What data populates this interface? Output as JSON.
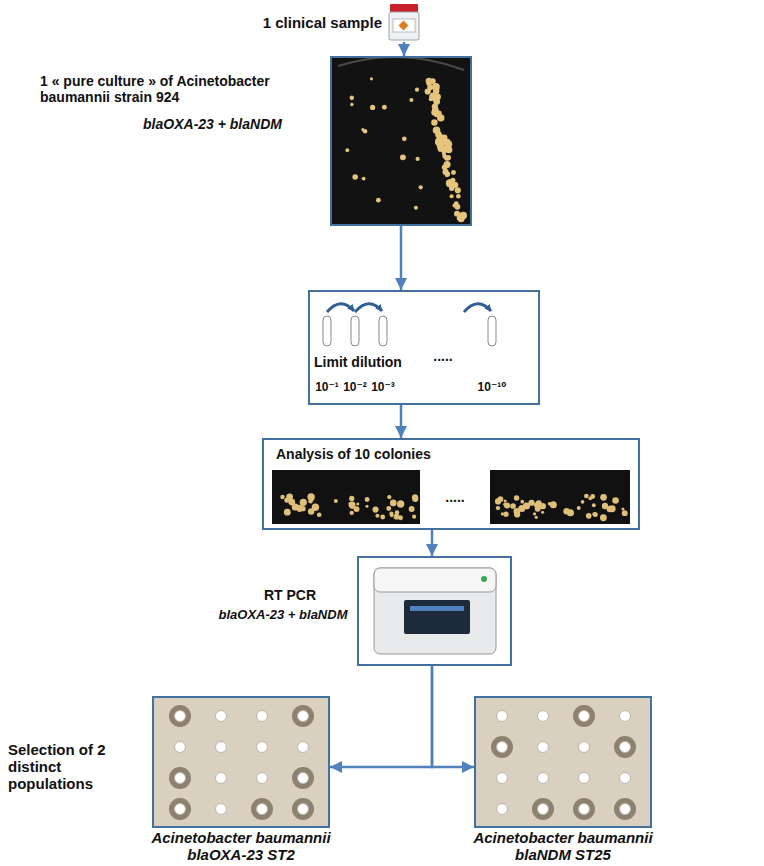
{
  "diagram": {
    "nodes": [
      {
        "text": [
          "1 clinical sample"
        ]
      },
      {
        "text": [
          "1 « pure culture » of Acinetobacter baumannii strain 924",
          "blaOXA-23 + blaNDM"
        ]
      },
      {
        "text": [
          "Limit dilution",
          "10⁻¹",
          "10⁻²",
          "10⁻³",
          ".....",
          "10⁻¹⁰"
        ]
      },
      {
        "text": [
          "Analysis of 10 colonies",
          "....."
        ]
      },
      {
        "text": [
          "RT PCR",
          "blaOXA-23 + blaNDM"
        ]
      },
      {
        "text": [
          "Acinetobacter baumannii",
          "blaOXA-23 ST2"
        ]
      },
      {
        "text": [
          "Acinetobacter baumannii",
          "blaNDM ST25"
        ]
      }
    ],
    "edges": [
      {
        "from": 0,
        "to": 1,
        "arrow": "to"
      },
      {
        "from": 1,
        "to": 2,
        "arrow": "to"
      },
      {
        "from": 2,
        "to": 3,
        "arrow": "to"
      },
      {
        "from": 3,
        "to": 4,
        "arrow": "to"
      },
      {
        "from": 4,
        "to": 5,
        "arrow": "to"
      },
      {
        "from": 4,
        "to": 6,
        "arrow": "to"
      }
    ],
    "labels": [
      "Selection of 2 distinct populations"
    ]
  }
}
